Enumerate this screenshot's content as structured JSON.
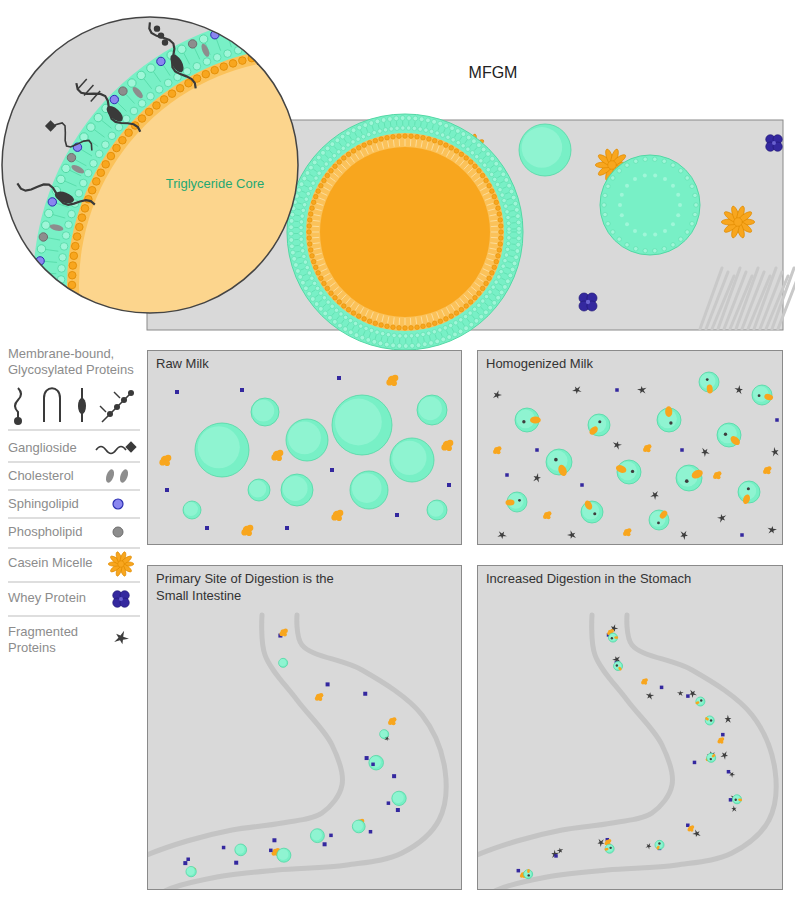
{
  "diagram": {
    "title": "MFGM",
    "nodes": [
      {
        "text": [
          "Raw Milk"
        ]
      },
      {
        "text": [
          "Homogenized Milk"
        ]
      },
      {
        "text": [
          "Primary Site of Digestion is the Small Intestine"
        ]
      },
      {
        "text": [
          "Increased Digestion in the Stomach"
        ]
      }
    ],
    "labels": [
      "Triglyceride Core"
    ],
    "legend": [
      {
        "text": "Membrane-bound, Glycosylated Proteins"
      },
      {
        "text": "Ganglioside"
      },
      {
        "text": "Cholesterol"
      },
      {
        "text": "Sphingolipid"
      },
      {
        "text": "Phospholipid"
      },
      {
        "text": "Casein Micelle"
      },
      {
        "text": "Whey Protein"
      },
      {
        "text": "Fragmented Proteins"
      }
    ]
  }
}
